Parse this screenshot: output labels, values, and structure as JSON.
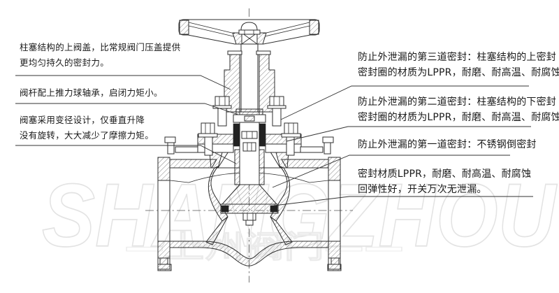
{
  "watermark": {
    "brand": "SHANGZHOU",
    "brand_cn": "—上州阀门——"
  },
  "annotations": {
    "left": [
      {
        "lines": [
          "柱塞结构的上阀盖，比常规阀门压盖提供",
          "更均匀持久的密封力。"
        ]
      },
      {
        "lines": [
          "阀杆配上推力球轴承，启闭力矩小。"
        ]
      },
      {
        "lines": [
          "阀塞采用变径设计，仅垂直升降",
          "没有旋转，大大减少了摩擦力矩。"
        ]
      }
    ],
    "right": [
      {
        "lines": [
          "防止外泄漏的第三道密封：柱塞结构的上密封",
          "密封圈的材质为LPPR，耐磨、耐高温、耐腐蚀"
        ]
      },
      {
        "lines": [
          "防止外泄漏的第二道密封：柱塞结构的下密封",
          "密封圈的材质为LPPR，耐磨、耐高温、耐腐蚀"
        ]
      },
      {
        "lines": [
          "防止外泄漏的第一道密封：不锈钢倒密封"
        ]
      },
      {
        "lines": [
          "密封材质LPPR，耐磨、耐高温、耐腐蚀",
          "回弹性好，开关万次无泄漏。"
        ]
      }
    ]
  },
  "colors": {
    "background": "#ffffff",
    "drawing_line": "#2e2e2e",
    "leader_line": "#333333",
    "annotation_text": "#1a1a1a",
    "watermark_gray": "#e3e3e3",
    "seal_dark": "#222222"
  }
}
